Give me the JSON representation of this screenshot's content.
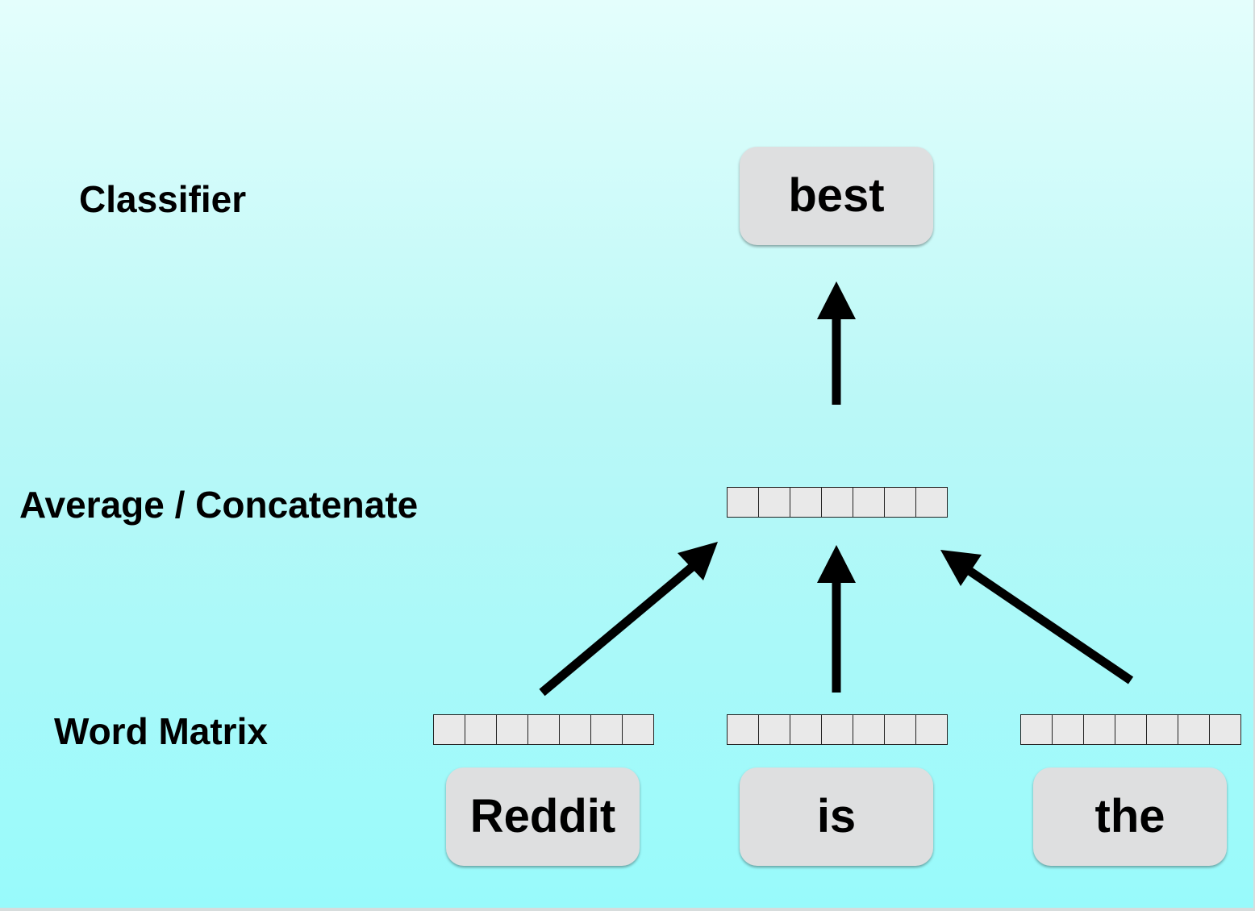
{
  "labels": {
    "classifier": "Classifier",
    "average": "Average / Concatenate",
    "word_matrix": "Word Matrix"
  },
  "words": {
    "output": "best",
    "input": [
      "Reddit",
      "is",
      "the"
    ]
  },
  "vector_cells": 7,
  "colors": {
    "background_top": "#e4fefc",
    "background_bottom": "#98fafb",
    "box_fill": "#dedfe0",
    "cell_fill": "#e9e9e9",
    "arrow": "#000000"
  }
}
